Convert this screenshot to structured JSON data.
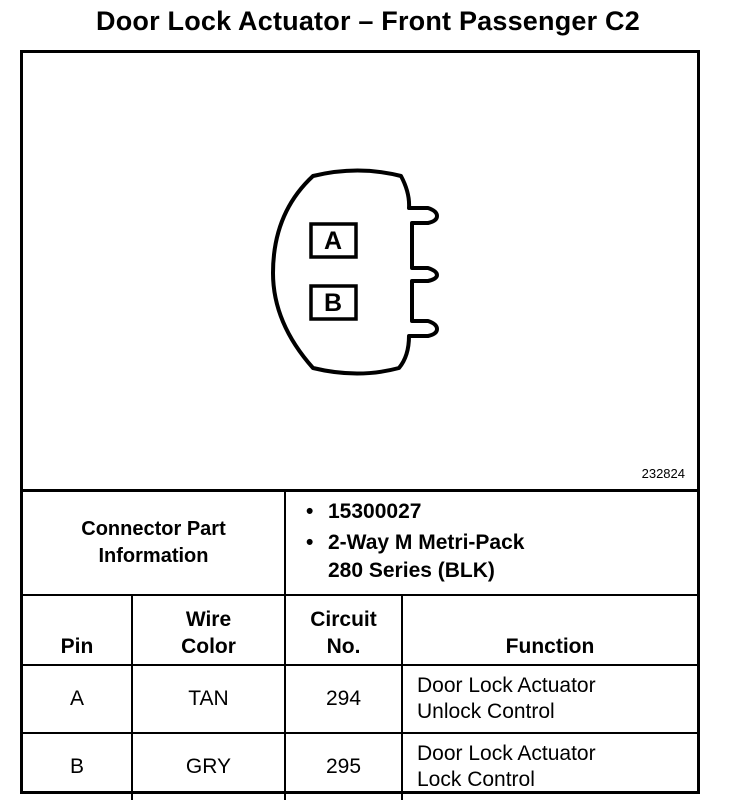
{
  "title": "Door Lock Actuator – Front Passenger C2",
  "diagram": {
    "pins": [
      "A",
      "B"
    ],
    "figure_id": "232824"
  },
  "connector_info": {
    "label_line1": "Connector Part",
    "label_line2": "Information",
    "items": [
      "15300027",
      "2-Way M Metri-Pack",
      "280 Series (BLK)"
    ]
  },
  "table": {
    "headers": {
      "pin": "Pin",
      "wire_color_line1": "Wire",
      "wire_color_line2": "Color",
      "circuit_line1": "Circuit",
      "circuit_line2": "No.",
      "function": "Function"
    },
    "rows": [
      {
        "pin": "A",
        "wire_color": "TAN",
        "circuit": "294",
        "function_line1": "Door Lock Actuator",
        "function_line2": "Unlock Control"
      },
      {
        "pin": "B",
        "wire_color": "GRY",
        "circuit": "295",
        "function_line1": "Door Lock Actuator",
        "function_line2": "Lock Control"
      }
    ]
  }
}
